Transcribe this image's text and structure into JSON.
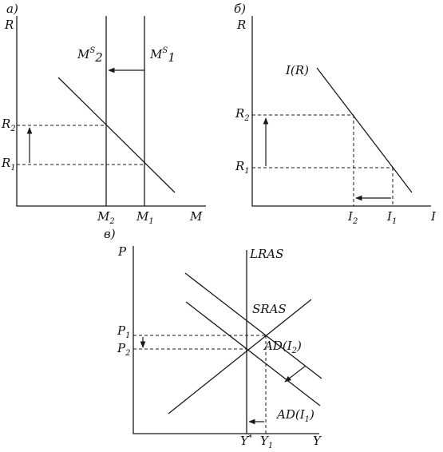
{
  "panels": {
    "a": {
      "letter": "а)",
      "y_axis": "R",
      "x_axis": "M",
      "r_high": {
        "base": "R",
        "sub": "2"
      },
      "r_low": {
        "base": "R",
        "sub": "1"
      },
      "m_left": {
        "base": "M",
        "sub": "2"
      },
      "m_right": {
        "base": "M",
        "sub": "1"
      },
      "supply_left": {
        "base": "M",
        "sup": "S",
        "sub": "2"
      },
      "supply_right": {
        "base": "M",
        "sup": "S",
        "sub": "1"
      }
    },
    "b": {
      "letter": "б)",
      "y_axis": "R",
      "x_axis": "I",
      "curve": "I(R)",
      "r_high": {
        "base": "R",
        "sub": "2"
      },
      "r_low": {
        "base": "R",
        "sub": "1"
      },
      "i_left": {
        "base": "I",
        "sub": "2"
      },
      "i_right": {
        "base": "I",
        "sub": "1"
      }
    },
    "c": {
      "letter": "в)",
      "y_axis": "P",
      "x_axis": "Y",
      "lras": "LRAS",
      "sras": "SRAS",
      "ad_high": {
        "base": "AD(I",
        "sub": "2",
        "tail": ")"
      },
      "ad_low": {
        "base": "AD(I",
        "sub": "1",
        "tail": ")"
      },
      "p_high": {
        "base": "P",
        "sub": "1"
      },
      "p_low": {
        "base": "P",
        "sub": "2"
      },
      "y_star": {
        "base": "Y",
        "sup": "*"
      },
      "y_one": {
        "base": "Y",
        "sub": "1"
      }
    }
  }
}
